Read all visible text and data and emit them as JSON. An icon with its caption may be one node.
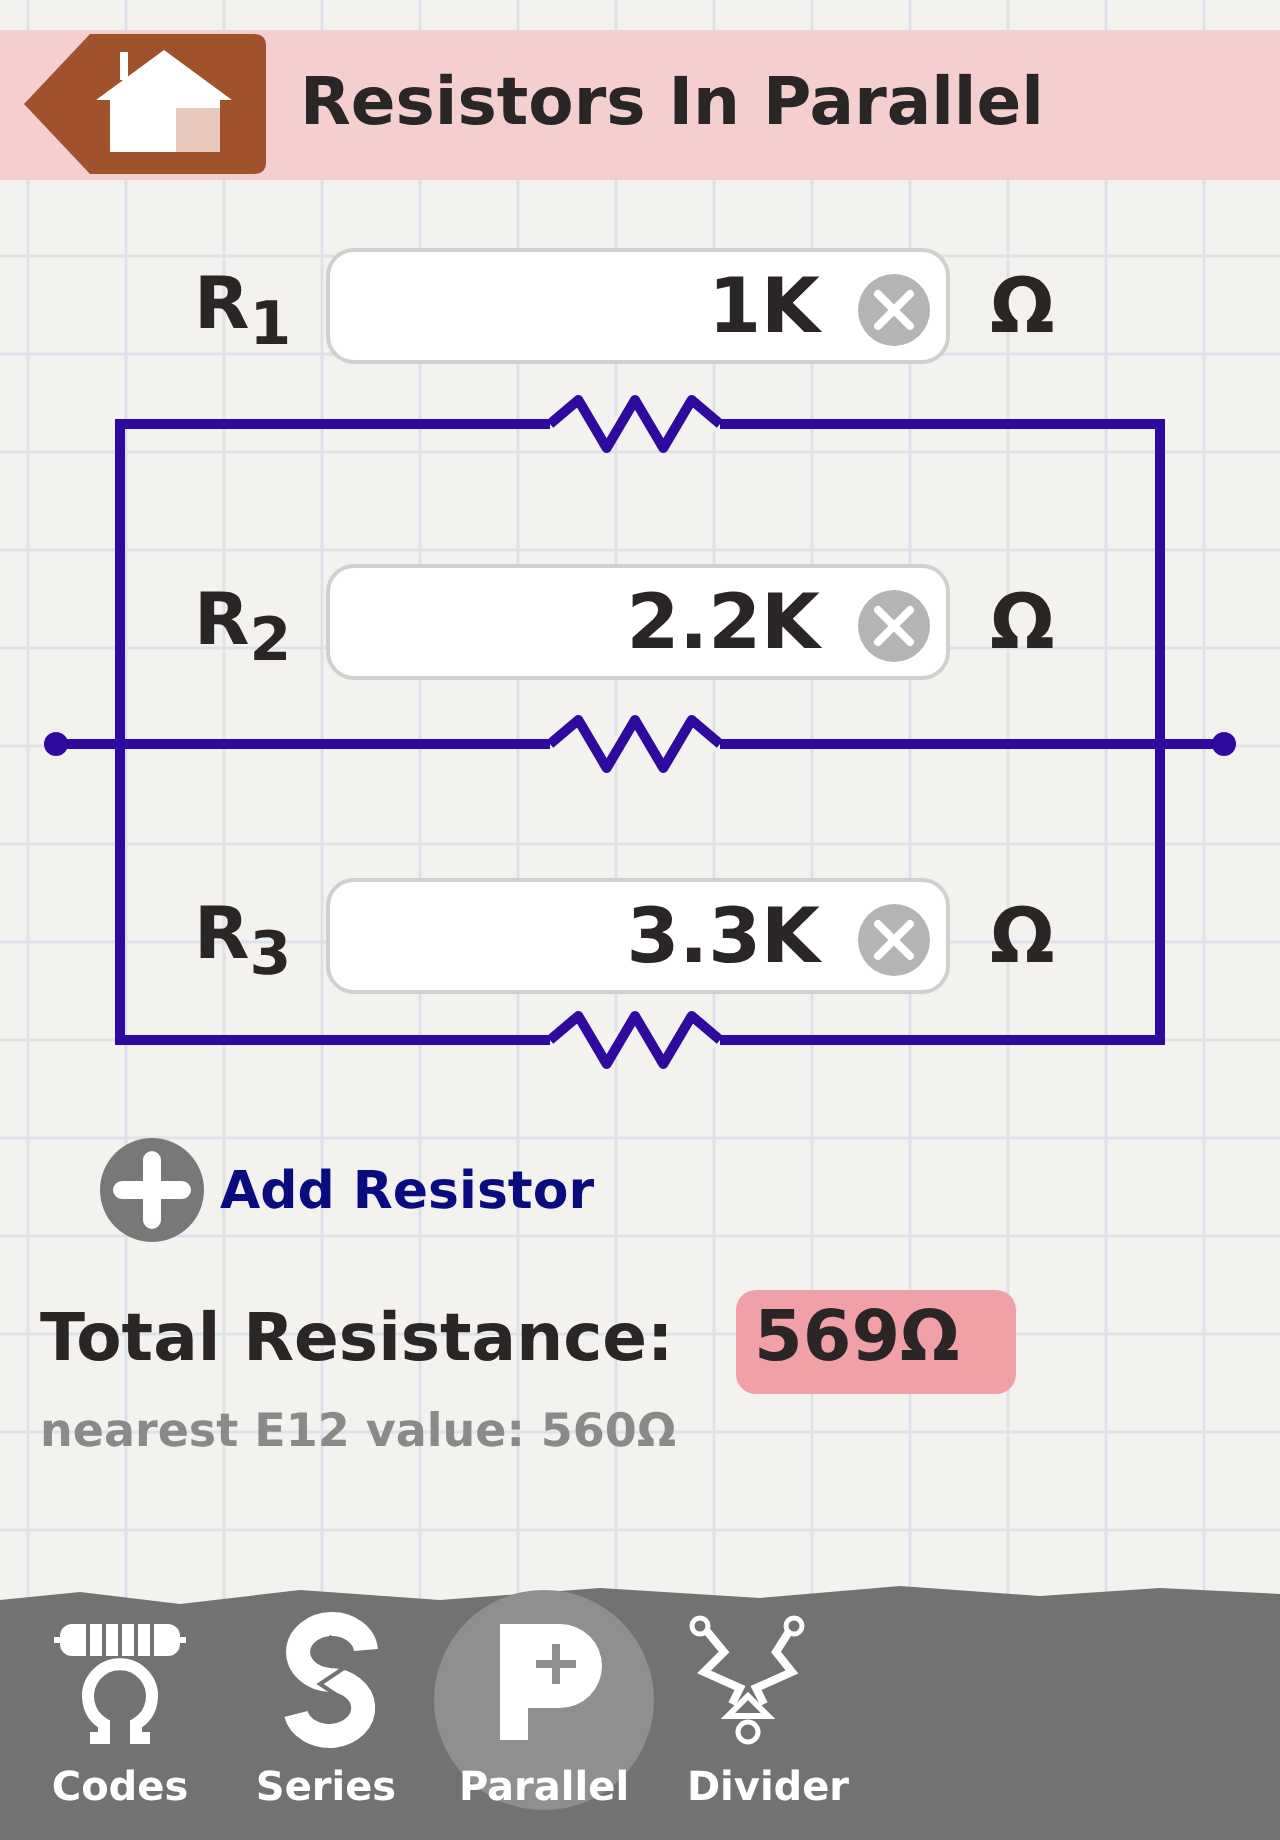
{
  "diagram": {
    "title": "Resistors In Parallel",
    "labels": [
      "R$_{1}$",
      "1K",
      "Ω",
      "R$_{2}$",
      "2.2K",
      "Ω",
      "R$_{3}$",
      "3.3K",
      "Ω",
      "Add Resistor",
      "Total Resistance:",
      "569Ω",
      "nearest E12 value: 560Ω",
      "Codes",
      "Series",
      "Parallel",
      "Divider"
    ]
  }
}
